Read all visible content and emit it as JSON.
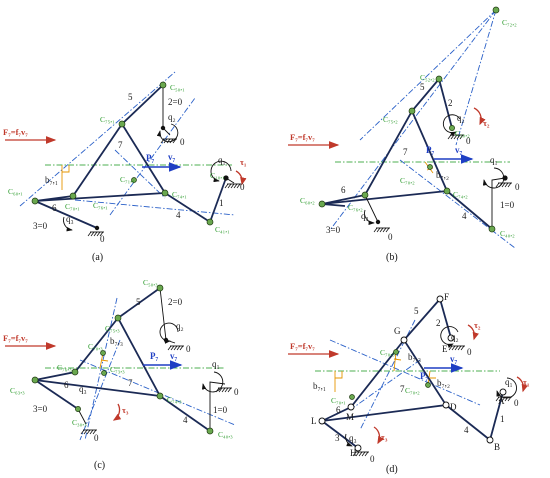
{
  "colors": {
    "link": "#1b2a55",
    "joint": "#6aa84f",
    "force": "#c0392b",
    "velocity": "#1f3fc4",
    "label": "#2a9a2a",
    "dash": "#2a60c8",
    "gdash": "#4caf50",
    "perp": "#e69500"
  },
  "panels": [
    {
      "caption": "(a)",
      "force": "F₇=f₇v₇",
      "labels": {
        "c50": "C₅₀,₁",
        "c75": "C₇₅,₁",
        "c60": "C₆₀,₁",
        "c70": "C₇₀,₁",
        "c76": "C₇₆,₁",
        "c71": "C₇₁,₁",
        "c74": "C₇₄,₁",
        "c10": "C₁₀,₁",
        "c41": "C₄₁,₁",
        "b": "b₇,₁",
        "p": "P₇",
        "v": "v₇",
        "n5": "5",
        "n7": "7",
        "n6": "6",
        "n4": "4",
        "n1": "1",
        "z2": "2=0",
        "z3": "3=0",
        "q2": "q₂",
        "q3": "q₃",
        "q1": "q₁",
        "tau": "τ₁",
        "zero": "0"
      }
    },
    {
      "caption": "(b)",
      "force": "F₇=f₇v₇",
      "labels": {
        "c72": "C₇₂,₂",
        "c52": "C₅₂,₂",
        "c75": "C₇₅,₂",
        "c20": "C₂₀,₂",
        "c60": "C₆₀,₂",
        "c76": "C₇₆,₂",
        "c70": "C₇₀,₂",
        "c74": "C₇₄,₂",
        "c40": "C₄₀,₂",
        "b": "b₇,₂",
        "p": "P₇",
        "v": "v₇",
        "n5": "5",
        "n7": "7",
        "n6": "6",
        "n4": "4",
        "n2": "2",
        "z1": "1=0",
        "z3": "3=0",
        "q2": "q₂",
        "q3": "q₃",
        "q1": "q₁",
        "tau": "τ₂",
        "zero": "0"
      }
    },
    {
      "caption": "(c)",
      "force": "F₇=f₇v₇",
      "labels": {
        "c50": "C₅₀,₃",
        "c75": "C₇₅,₃",
        "c70": "C₇₀,₃",
        "c63": "C₆₃,₃",
        "c76": "C₇₆,₃",
        "c73": "C₇₃,₃",
        "c74": "C₇₄,₃",
        "c40": "C₄₀,₃",
        "c30": "C₃₀,₃",
        "b": "b₇,₃",
        "p": "P₇",
        "v": "v₇",
        "n5": "5",
        "n7": "7",
        "n6": "6",
        "n4": "4",
        "z2": "2=0",
        "z1": "1=0",
        "z3": "3=0",
        "q2": "q₂",
        "q3": "q₃",
        "q1": "q₁",
        "tau": "τ₃",
        "zero": "0"
      }
    },
    {
      "caption": "(d)",
      "force": "F₇=f₇v₇",
      "labels": {
        "F": "F",
        "G": "G",
        "E": "E",
        "L": "L",
        "M": "M",
        "D": "D",
        "A": "A",
        "B": "B",
        "H": "H",
        "c70_3": "C₇₀,₃",
        "c70_1": "C₇₀,₁",
        "c70_2": "C₇₀,₂",
        "b3": "b₇,₃",
        "b1": "b₇,₁",
        "b2": "b₇,₂",
        "p": "P₇",
        "v": "v₇",
        "n5": "5",
        "n2": "2",
        "n7": "7",
        "n6": "6",
        "n4": "4",
        "n1": "1",
        "n3": "3",
        "q2": "q₂",
        "q3": "q₃",
        "q1": "q₁",
        "tau2": "τ₂",
        "tau3": "τ₃",
        "tau1": "τ₁",
        "zero": "0"
      }
    }
  ]
}
